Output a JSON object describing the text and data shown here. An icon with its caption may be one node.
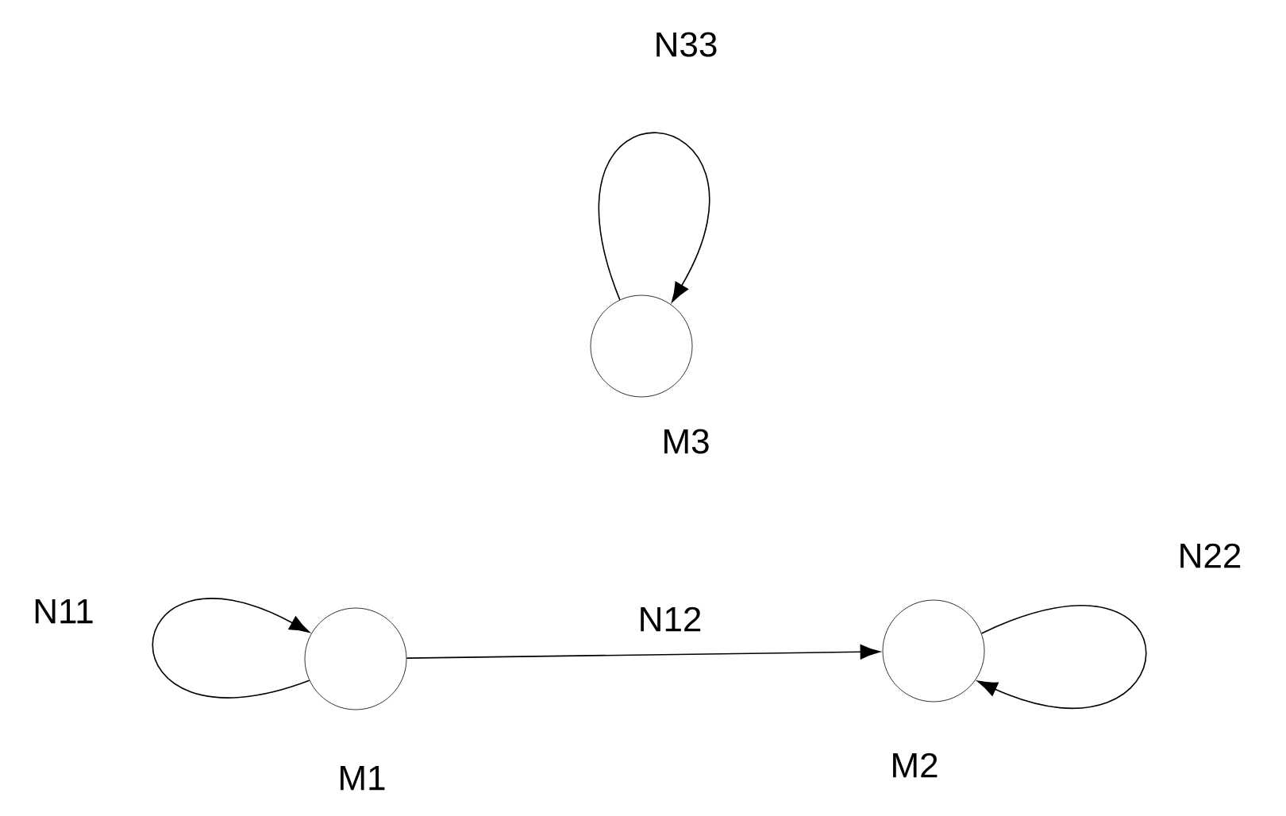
{
  "diagram": {
    "nodes": [
      {
        "text": [],
        "shape": "circle",
        "beside": [
          "M3"
        ]
      },
      {
        "text": [],
        "shape": "circle",
        "beside": [
          "M1"
        ]
      },
      {
        "text": [],
        "shape": "circle",
        "beside": [
          "M2"
        ]
      }
    ],
    "edges": [
      {
        "from": 0,
        "to": 0,
        "arrow": "to",
        "label": "N33"
      },
      {
        "from": 1,
        "to": 1,
        "arrow": "to",
        "label": "N11"
      },
      {
        "from": 1,
        "to": 2,
        "arrow": "to",
        "label": "N12"
      },
      {
        "from": 2,
        "to": 2,
        "arrow": "to",
        "label": "N22"
      }
    ]
  }
}
